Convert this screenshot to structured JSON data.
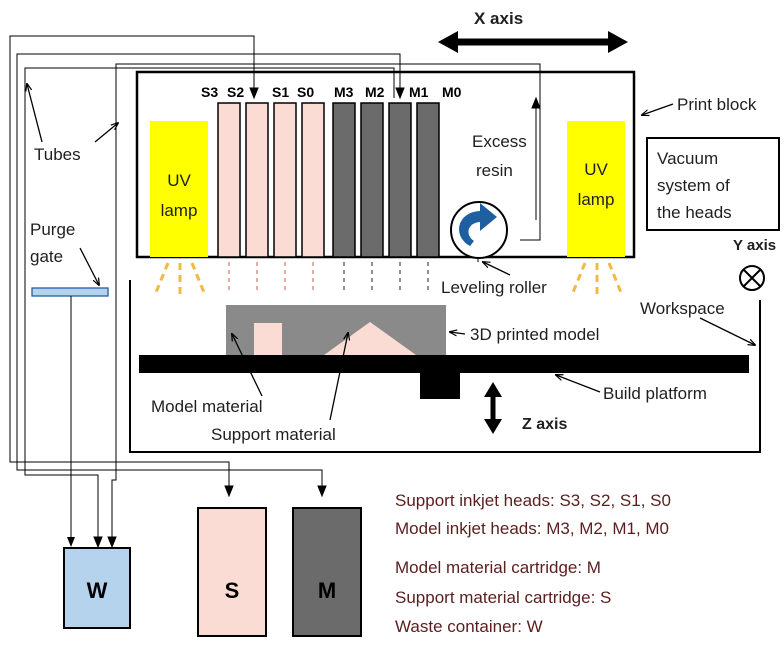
{
  "labels": {
    "x_axis": "X axis",
    "y_axis": "Y axis",
    "z_axis": "Z axis",
    "print_block": "Print block",
    "tubes": "Tubes",
    "purge_gate_line1": "Purge",
    "purge_gate_line2": "gate",
    "uv_lamp_line1": "UV",
    "uv_lamp_line2": "lamp",
    "excess_resin_line1": "Excess",
    "excess_resin_line2": "resin",
    "vacuum_line1": "Vacuum",
    "vacuum_line2": "system of",
    "vacuum_line3": "the heads",
    "leveling_roller": "Leveling roller",
    "workspace": "Workspace",
    "printed_model": "3D printed model",
    "model_material": "Model material",
    "support_material": "Support material",
    "build_platform": "Build platform"
  },
  "heads": {
    "support": [
      "S3",
      "S2",
      "S1",
      "S0"
    ],
    "model": [
      "M3",
      "M2",
      "M1",
      "M0"
    ]
  },
  "containers": {
    "waste": "W",
    "support": "S",
    "model": "M"
  },
  "legend": [
    "Support inkjet heads: S3, S2, S1, S0",
    "Model inkjet heads: M3, M2, M1, M0",
    "Model material cartridge: M",
    "Support material cartridge: S",
    "Waste container: W"
  ],
  "colors": {
    "uv_lamp": "#ffff00",
    "support_fill": "#fadcd5",
    "model_fill": "#6b6b6b",
    "printed_model_fill": "#8a8a8a",
    "waste_fill": "#b6d3ee",
    "roller_arrow": "#1f5fa0",
    "uv_rays": "#f4b942",
    "platform": "#000000"
  }
}
